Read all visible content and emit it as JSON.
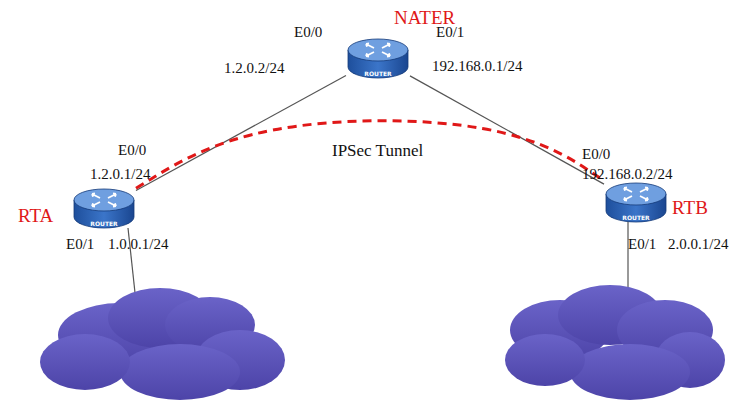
{
  "diagram": {
    "nodes": [
      {
        "text": [
          "NATER",
          "ROUTER"
        ]
      },
      {
        "text": [
          "RTA",
          "ROUTER"
        ]
      },
      {
        "text": [
          "RTB",
          "ROUTER"
        ]
      }
    ],
    "edges": [
      {
        "from": 0,
        "to": 1,
        "arrow": "none"
      },
      {
        "from": 0,
        "to": 2,
        "arrow": "none"
      },
      {
        "from": 1,
        "to": 2,
        "label": "IPSec Tunnel",
        "arrow": "none"
      }
    ],
    "labels": [
      "E0/0",
      "1.2.0.2/24",
      "E0/1",
      "192.168.0.1/24",
      "E0/0",
      "1.2.0.1/24",
      "E0/1",
      "1.0.0.1/24",
      "E0/0",
      "192.168.0.2/24",
      "E0/1",
      "2.0.0.1/24"
    ]
  }
}
